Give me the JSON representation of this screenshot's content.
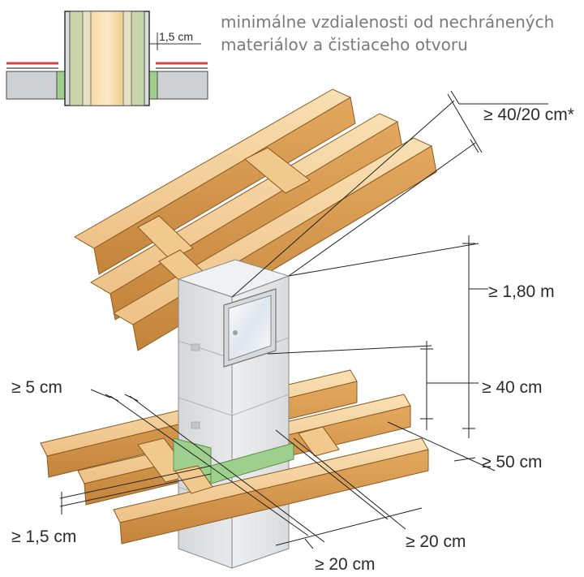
{
  "title": {
    "line1": "minimálne vzdialenosti od nechránených",
    "line2": "materiálov a čistiaceho otvoru"
  },
  "inset": {
    "dim_label": "1,5 cm"
  },
  "dimensions": {
    "roof_clearance": "≥ 40/20 cm*",
    "door_height": "≥ 1,80 m",
    "door_bottom": "≥  40 cm",
    "beam_front": "≥ 50 cm",
    "left_top": "≥ 5 cm",
    "left_bottom": "≥  1,5 cm",
    "bottom_right": "≥ 20 cm",
    "bottom_center": "≥ 20 cm"
  },
  "colors": {
    "wood_light": "#f6d6a0",
    "wood_mid": "#e9b66f",
    "wood_dark": "#c98a3e",
    "block_light": "#e3e4e6",
    "block_mid": "#cfd1d4",
    "insulation_green": "#9fcf8c",
    "roof_red": "#d64545",
    "title_gray": "#7a7a7a"
  }
}
